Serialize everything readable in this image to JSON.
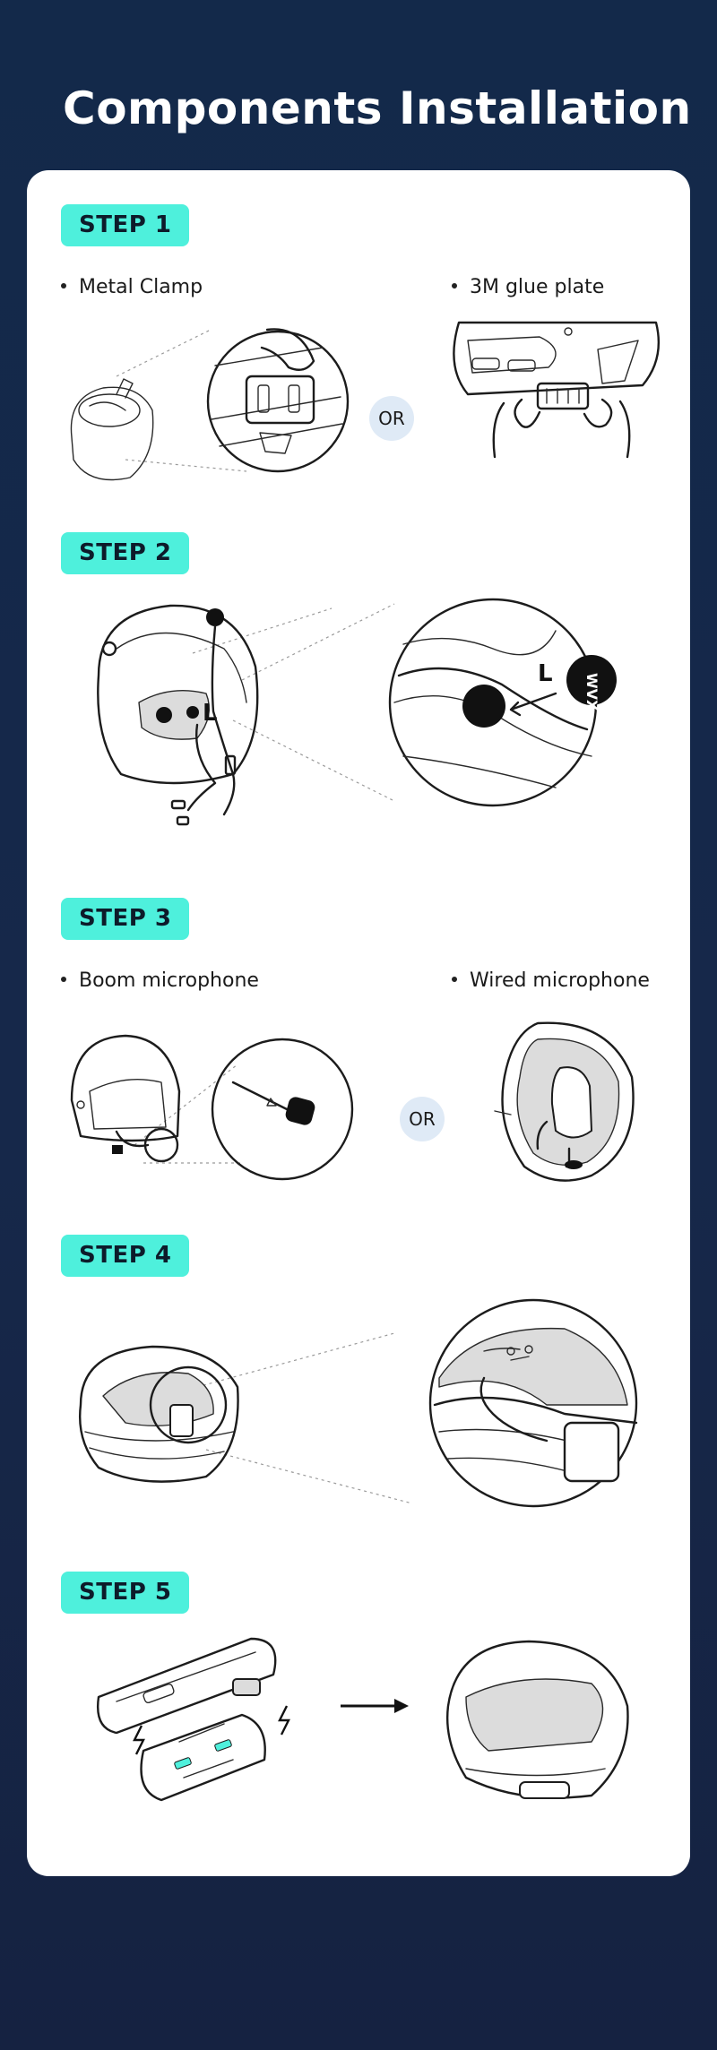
{
  "page": {
    "title": "Components Installation"
  },
  "steps": [
    {
      "label": "STEP 1",
      "options": [
        "Metal Clamp",
        "3M glue plate"
      ],
      "separator": "OR"
    },
    {
      "label": "STEP 2",
      "callout_letter": "L",
      "brand_mark": "WVX"
    },
    {
      "label": "STEP 3",
      "options": [
        "Boom microphone",
        "Wired microphone"
      ],
      "separator": "OR"
    },
    {
      "label": "STEP 4"
    },
    {
      "label": "STEP 5"
    }
  ]
}
